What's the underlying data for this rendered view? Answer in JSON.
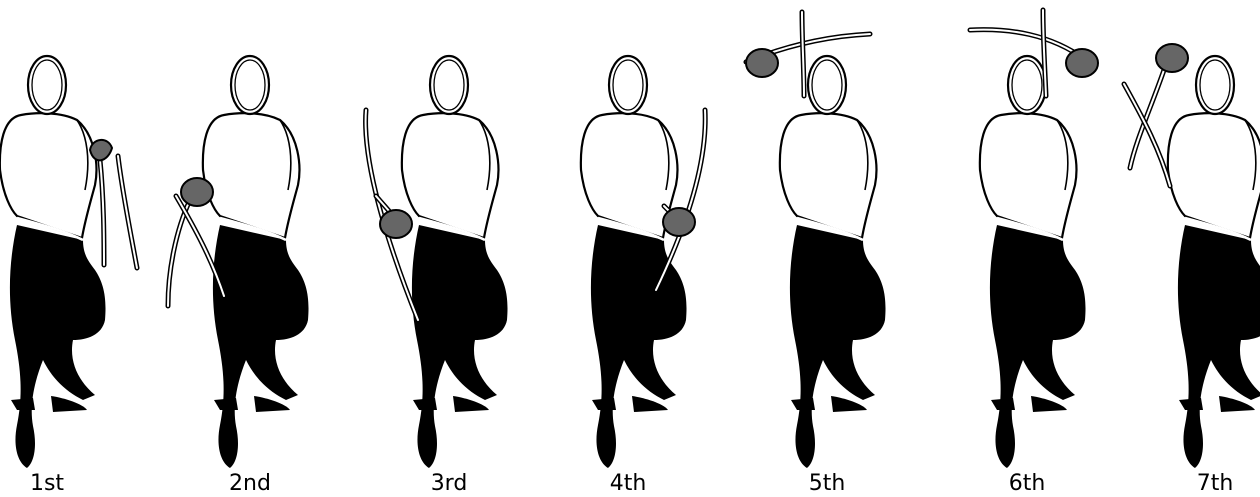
{
  "figures": [
    {
      "label": "1st"
    },
    {
      "label": "2nd"
    },
    {
      "label": "3rd"
    },
    {
      "label": "4th"
    },
    {
      "label": "5th"
    },
    {
      "label": "6th"
    },
    {
      "label": "7th"
    }
  ],
  "colors": {
    "ink": "#000000",
    "paper": "#ffffff",
    "guard": "#666666"
  }
}
